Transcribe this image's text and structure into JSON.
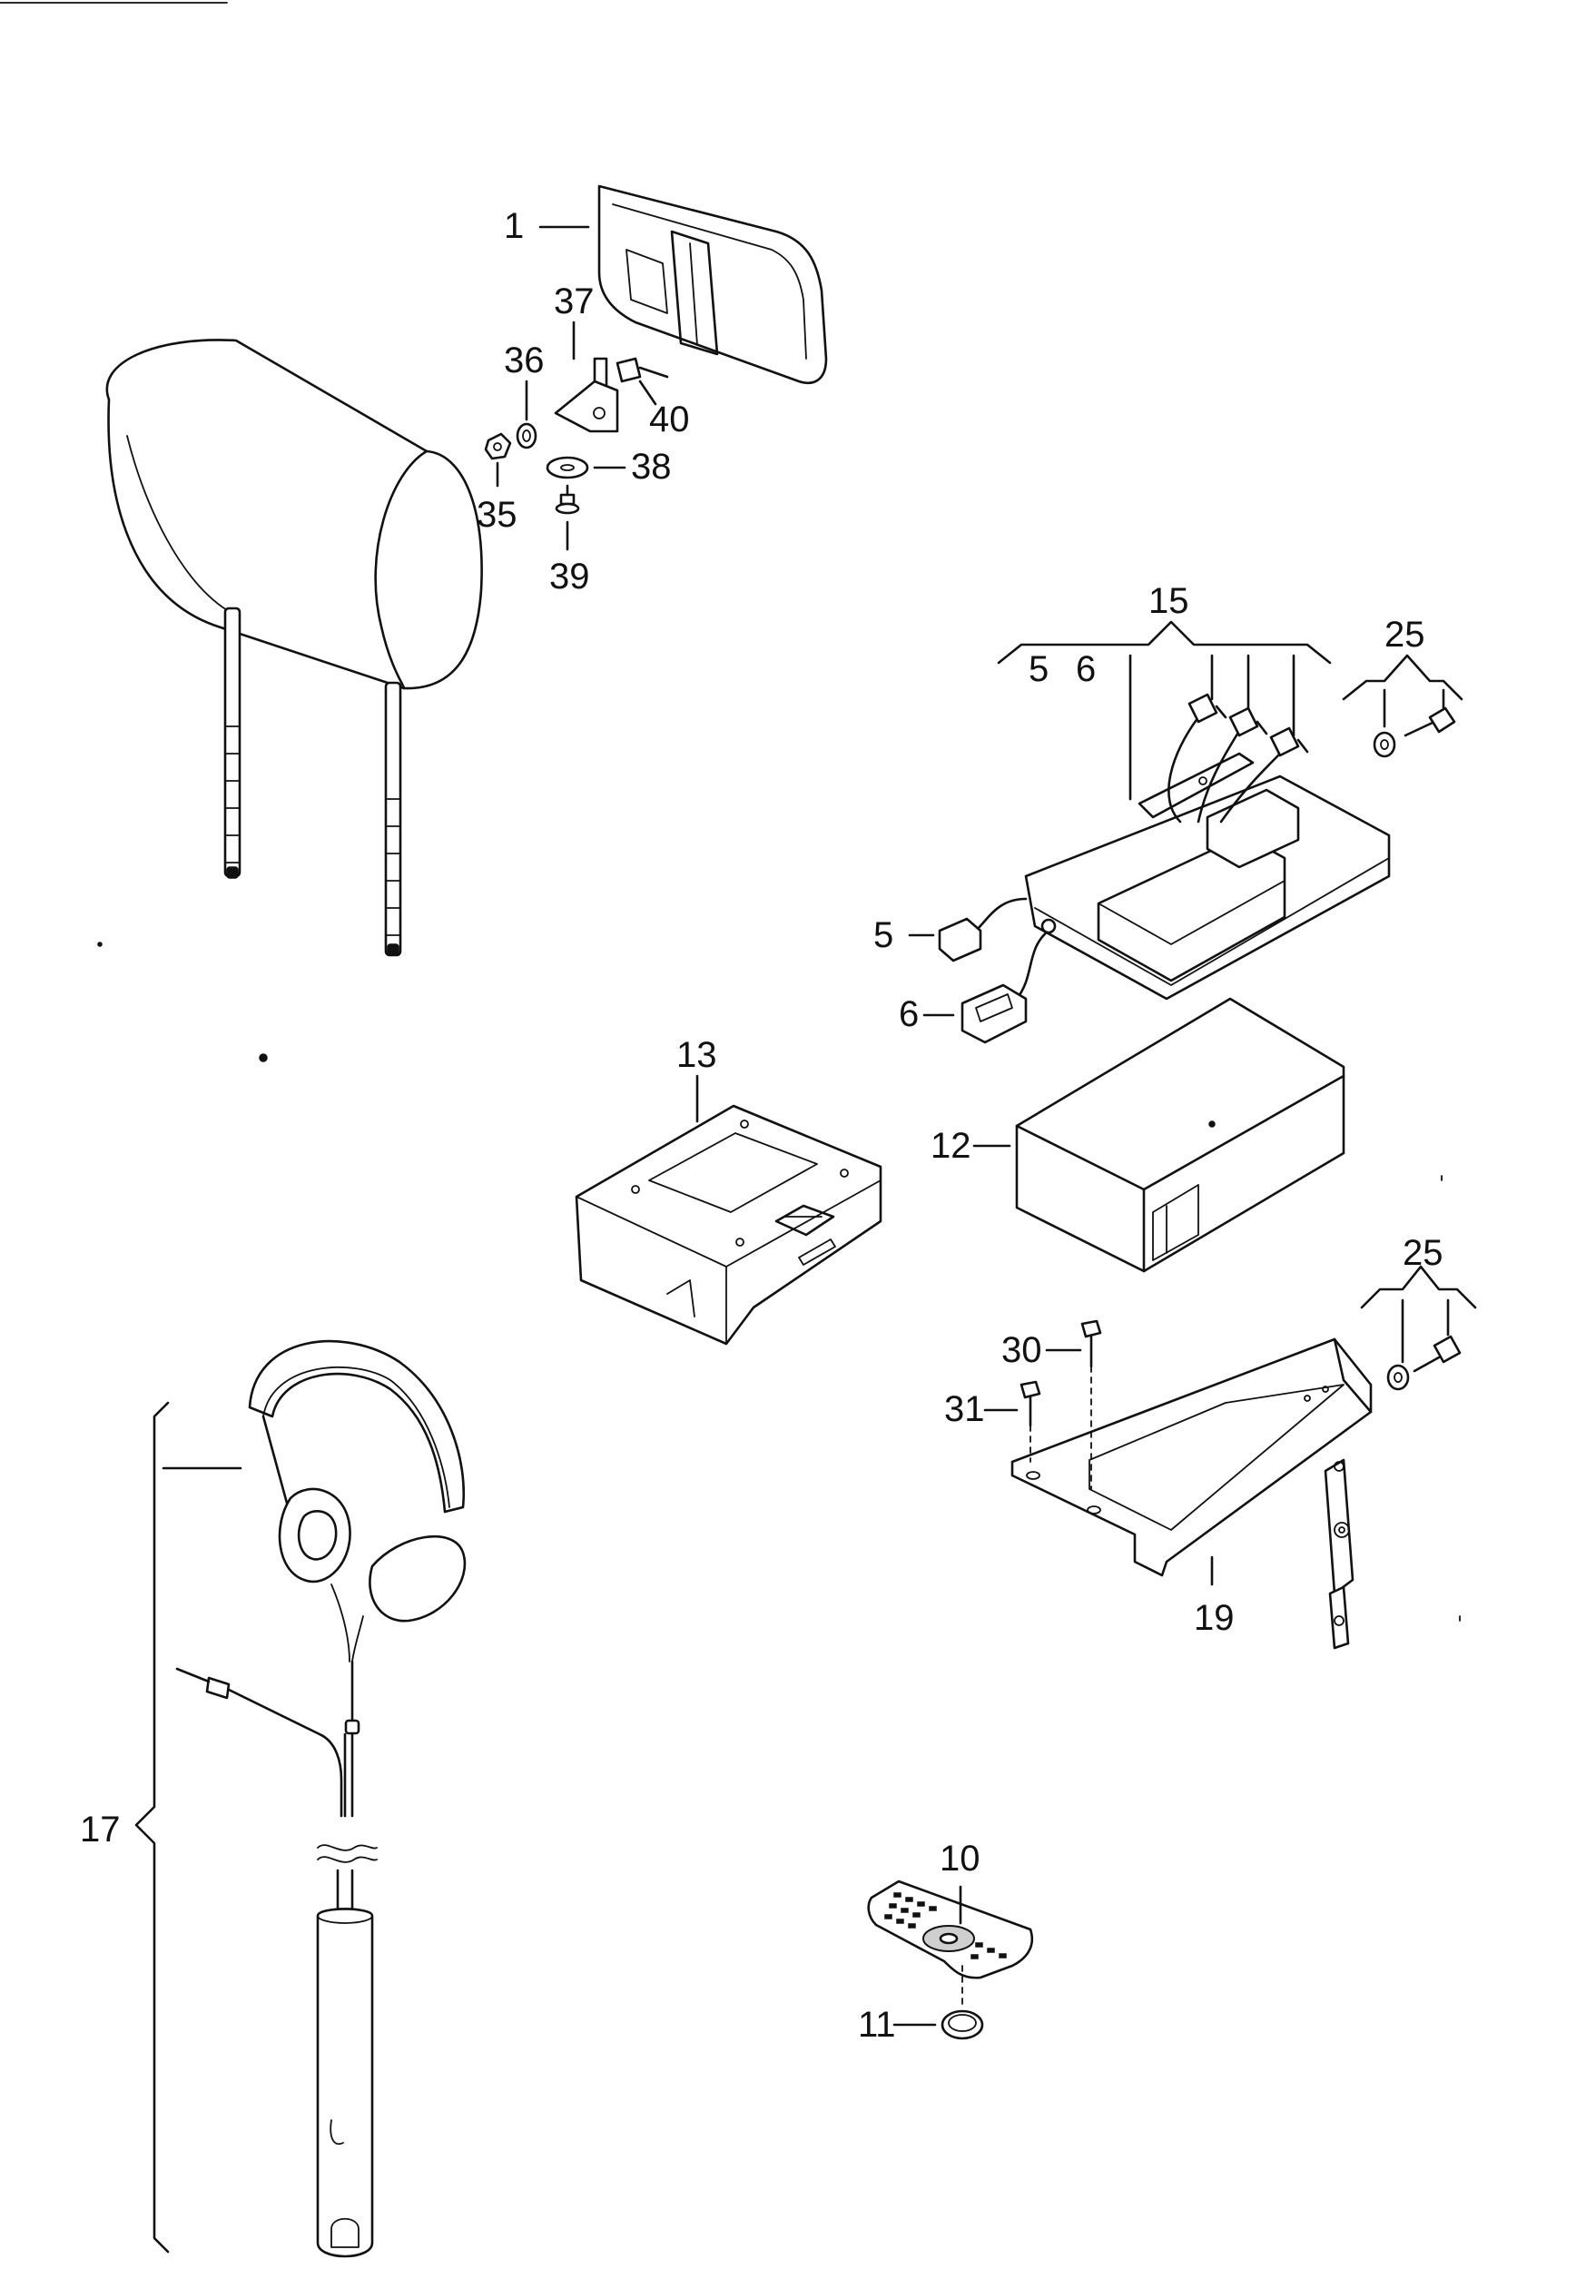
{
  "callouts": {
    "c1": "1",
    "c37": "37",
    "c36": "36",
    "c40": "40",
    "c38": "38",
    "c35": "35",
    "c39": "39",
    "c15": "15",
    "c15_5": "5",
    "c15_6": "6",
    "c25a": "25",
    "c5": "5",
    "c6": "6",
    "c13": "13",
    "c12": "12",
    "c25b": "25",
    "c30": "30",
    "c31": "31",
    "c19": "19",
    "c17": "17",
    "c10": "10",
    "c11": "11"
  },
  "colors": {
    "line": "#111111",
    "background": "#ffffff"
  }
}
